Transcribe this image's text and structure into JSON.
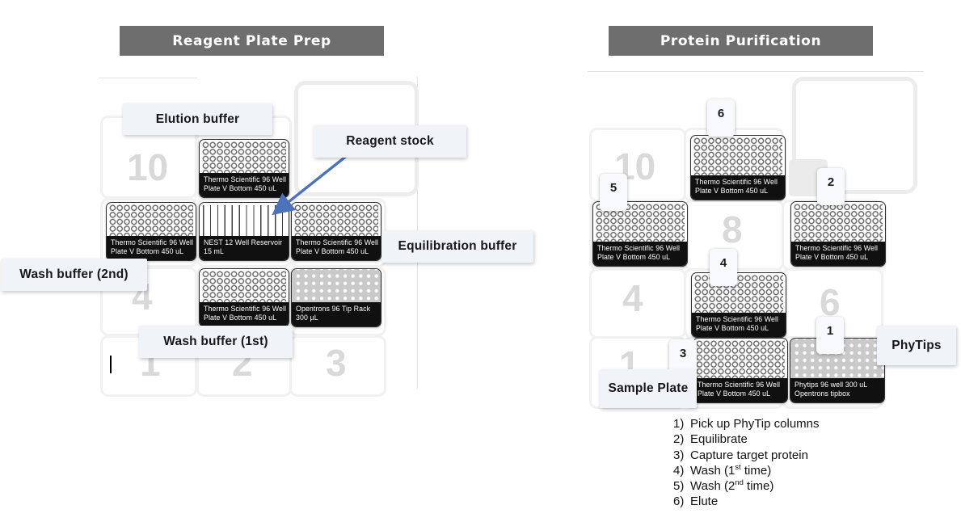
{
  "colors": {
    "banner_bg": "#6e6e6e",
    "banner_text": "#ffffff",
    "arrow_blue": "#4c73b9",
    "callout_bg": "#f0f3f8",
    "plate_label_bg": "#101010",
    "slot_number_gray": "#d9d9d9",
    "tiprack_gray": "#c9c9c9"
  },
  "left_panel": {
    "title": "Reagent Plate Prep",
    "callouts": {
      "elution": "Elution buffer",
      "reagent_stock": "Reagent stock",
      "equilibration": "Equilibration buffer",
      "wash2": "Wash buffer (2nd)",
      "wash1": "Wash buffer (1st)"
    },
    "slot_numbers": {
      "s10": "10",
      "s4": "4",
      "s1": "1",
      "s2": "2",
      "s3": "3"
    },
    "labware": {
      "thermo_line1": "Thermo Scientific 96 Well",
      "thermo_line2": "Plate V Bottom 450 uL",
      "reservoir_line1": "NEST 12 Well Reservoir",
      "reservoir_line2": "15 mL",
      "tiprack_line1": "Opentrons 96 Tip Rack",
      "tiprack_line2": "300 µL"
    }
  },
  "right_panel": {
    "title": "Protein Purification",
    "slot_numbers": {
      "s10": "10",
      "s8": "8",
      "s4": "4",
      "s6": "6",
      "s1": "1"
    },
    "badges": {
      "b1": "1",
      "b2": "2",
      "b3": "3",
      "b4": "4",
      "b5": "5",
      "b6": "6"
    },
    "callouts": {
      "sample_plate": "Sample Plate",
      "phytips": "PhyTips"
    },
    "labware": {
      "thermo_line1": "Thermo Scientific 96 Well",
      "thermo_line2": "Plate V Bottom 450 uL",
      "phytips_line1": "Phytips 96 well 300 uL",
      "phytips_line2": "Opentrons tipbox"
    },
    "steps": [
      {
        "num": "1)",
        "text": "Pick up PhyTip columns"
      },
      {
        "num": "2)",
        "text": "Equilibrate"
      },
      {
        "num": "3)",
        "text": "Capture target protein"
      },
      {
        "num": "4)",
        "pre": "Wash (1",
        "sup": "st",
        "post": " time)"
      },
      {
        "num": "5)",
        "pre": "Wash (2",
        "sup": "nd",
        "post": " time)"
      },
      {
        "num": "6)",
        "text": "Elute"
      }
    ]
  }
}
